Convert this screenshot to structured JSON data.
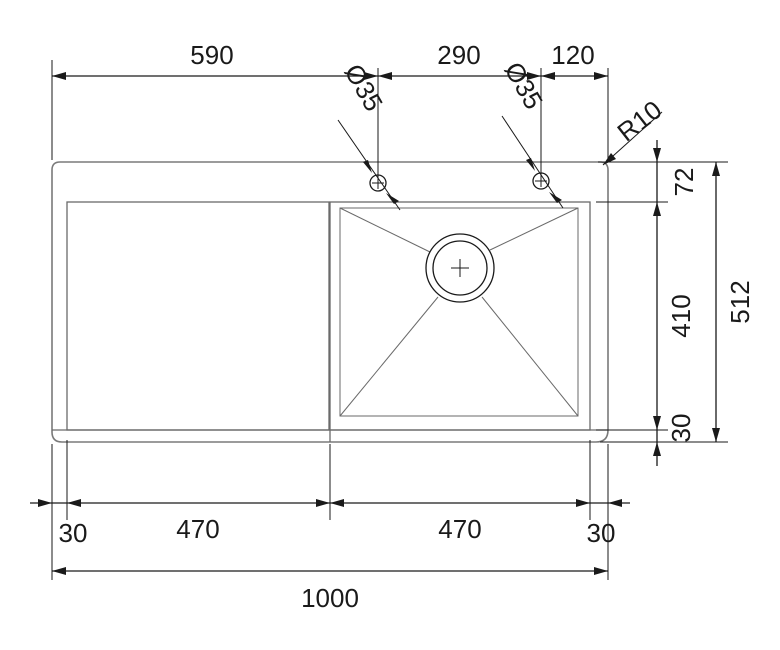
{
  "dimensions": {
    "top_left_width": "590",
    "top_mid_width": "290",
    "top_right_width": "120",
    "hole_left_diameter": "Ø35",
    "hole_right_diameter": "Ø35",
    "corner_radius": "R10",
    "right_top": "72",
    "right_mid": "410",
    "right_bottom": "30",
    "right_total": "512",
    "bottom_left_margin": "30",
    "bottom_drainer_width": "470",
    "bottom_bowl_width": "470",
    "bottom_right_margin": "30",
    "overall_width": "1000"
  }
}
